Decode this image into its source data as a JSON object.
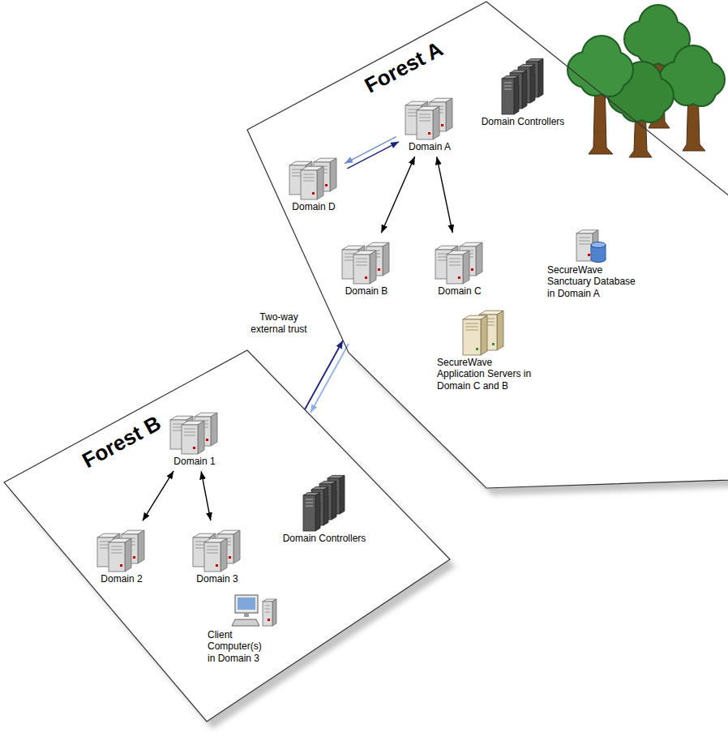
{
  "diagram": {
    "nodes": [
      {
        "text": [
          "Forest A"
        ]
      },
      {
        "text": [
          "Domain D"
        ],
        "in": 0
      },
      {
        "text": [
          "Domain A"
        ],
        "in": 0
      },
      {
        "text": [
          "Domain Controllers"
        ],
        "in": 0
      },
      {
        "text": [
          "Domain B"
        ],
        "in": 0
      },
      {
        "text": [
          "Domain C"
        ],
        "in": 0
      },
      {
        "text": [
          "SecureWave Sanctuary Database in Domain A"
        ],
        "in": 0
      },
      {
        "text": [
          "SecureWave Application Servers in Domain C and B"
        ],
        "in": 0
      },
      {
        "text": [
          "Forest B"
        ]
      },
      {
        "text": [
          "Domain 1"
        ],
        "in": 8
      },
      {
        "text": [
          "Domain 2"
        ],
        "in": 8
      },
      {
        "text": [
          "Domain 3"
        ],
        "in": 8
      },
      {
        "text": [
          "Domain Controllers"
        ],
        "in": 8
      },
      {
        "text": [
          "Client Computer(s) in Domain 3"
        ],
        "in": 8
      }
    ],
    "edges": [
      {
        "from": 1,
        "to": 2,
        "arrow": "to"
      },
      {
        "from": 2,
        "to": 1,
        "arrow": "to"
      },
      {
        "from": 2,
        "to": 4,
        "arrow": "both"
      },
      {
        "from": 2,
        "to": 5,
        "arrow": "both"
      },
      {
        "from": 8,
        "to": 0,
        "arrow": "to",
        "label": "Two-way external trust"
      },
      {
        "from": 0,
        "to": 8,
        "arrow": "to"
      },
      {
        "from": 9,
        "to": 10,
        "arrow": "both"
      },
      {
        "from": 9,
        "to": 11,
        "arrow": "both"
      }
    ]
  }
}
